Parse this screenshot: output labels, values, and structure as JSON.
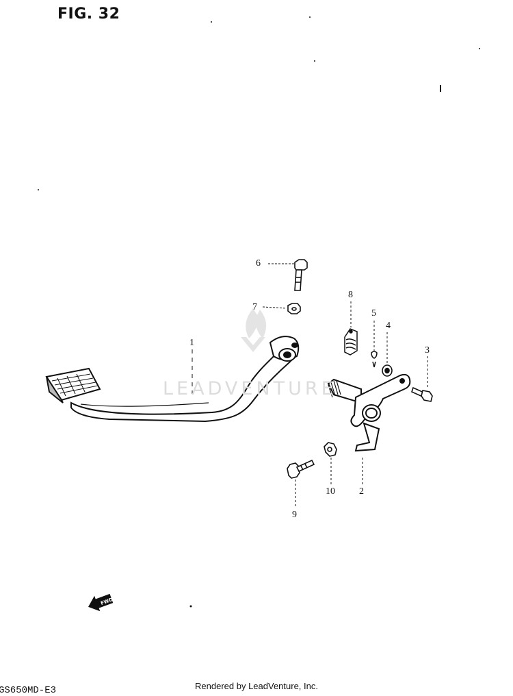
{
  "figure": {
    "title": "FIG. 32",
    "model_code": "GS650MD-E3",
    "footer_credit": "Rendered by LeadVenture, Inc.",
    "watermark_text": "LEADVENTURE"
  },
  "fwd_badge": {
    "text": "FWD",
    "icon": "fwd-arrow-icon"
  },
  "callouts": [
    {
      "number": "1",
      "part": "brake-pedal"
    },
    {
      "number": "2",
      "part": "pedal-shaft-arm"
    },
    {
      "number": "3",
      "part": "bolt"
    },
    {
      "number": "4",
      "part": "washer"
    },
    {
      "number": "5",
      "part": "pin"
    },
    {
      "number": "6",
      "part": "bolt"
    },
    {
      "number": "7",
      "part": "nut"
    },
    {
      "number": "8",
      "part": "spring"
    },
    {
      "number": "9",
      "part": "bolt"
    },
    {
      "number": "10",
      "part": "nut"
    }
  ],
  "colors": {
    "ink": "#111111",
    "watermark": "#dcdcdc",
    "background": "#ffffff"
  }
}
